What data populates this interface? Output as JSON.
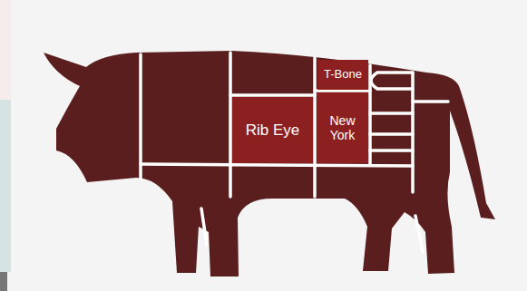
{
  "diagram": {
    "nodes": [
      {
        "text": [
          "T-Bone"
        ]
      },
      {
        "text": [
          "Rib Eye"
        ]
      },
      {
        "text": [
          "New York"
        ]
      }
    ]
  }
}
